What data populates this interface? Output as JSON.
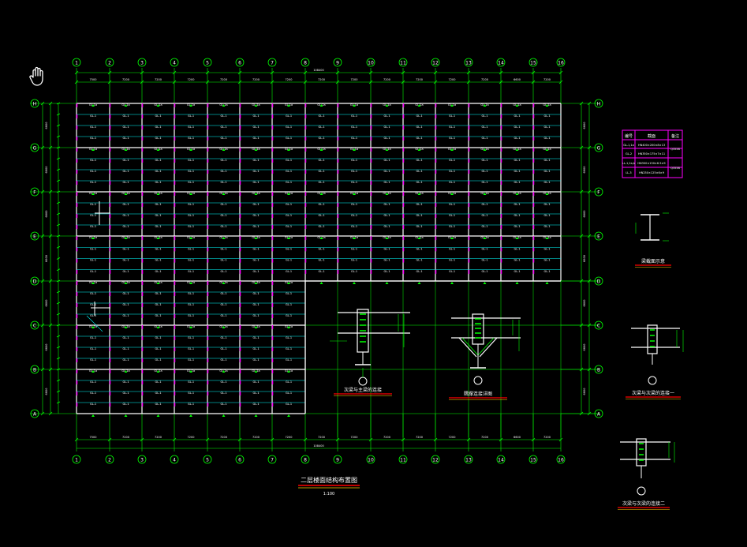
{
  "colors": {
    "background": "#000000",
    "grid": "#00ff00",
    "beam": "#ffffff",
    "secondary": "#00ffff",
    "label": "#ff00ff",
    "dim": "#00ff00",
    "title_underline": "#ff0000",
    "title_underline2": "#ffcc00"
  },
  "cursor_icon": "hand-pan-icon",
  "column_axes": [
    "1",
    "2",
    "3",
    "4",
    "5",
    "6",
    "7",
    "8",
    "9",
    "10",
    "11",
    "12",
    "13",
    "14",
    "15",
    "16"
  ],
  "row_axes": [
    "H",
    "G",
    "F",
    "E",
    "D",
    "C",
    "B",
    "A"
  ],
  "top_total_dim": "108400",
  "bottom_total_dim": "108400",
  "column_spacings": [
    "7500",
    "7200",
    "7200",
    "7200",
    "7200",
    "7200",
    "7200",
    "7200",
    "7200",
    "7200",
    "7200",
    "7200",
    "7200",
    "6600",
    "7200"
  ],
  "beam_labels": {
    "edge": "GL-1a",
    "typical": "GL-1",
    "secondary": "CL-1"
  },
  "left_dims": [
    "6600",
    "6600",
    "6600",
    "6600",
    "6600",
    "6600",
    "6600"
  ],
  "legend_table": {
    "headers": [
      "编号",
      "截面",
      "备注"
    ],
    "rows": [
      [
        "GL-1,1a",
        "HN400×200×8×13",
        "Q355B"
      ],
      [
        "GL-2",
        "HN350×175×7×11",
        ""
      ],
      [
        "LL-1,2a,b",
        "HN300×150×6.5×9",
        "Q355B"
      ],
      [
        "LL-3",
        "HN250×125×6×9",
        ""
      ]
    ]
  },
  "detail_titles": {
    "section_a": "梁截面示意",
    "joint1": "次梁与主梁的连接",
    "joint2": "隅撑连接详图",
    "joint3": "次梁与次梁的连接一",
    "joint4": "次梁与次梁的连接二"
  },
  "main_title": "二层楼面结构布置图",
  "main_scale": "1:100"
}
